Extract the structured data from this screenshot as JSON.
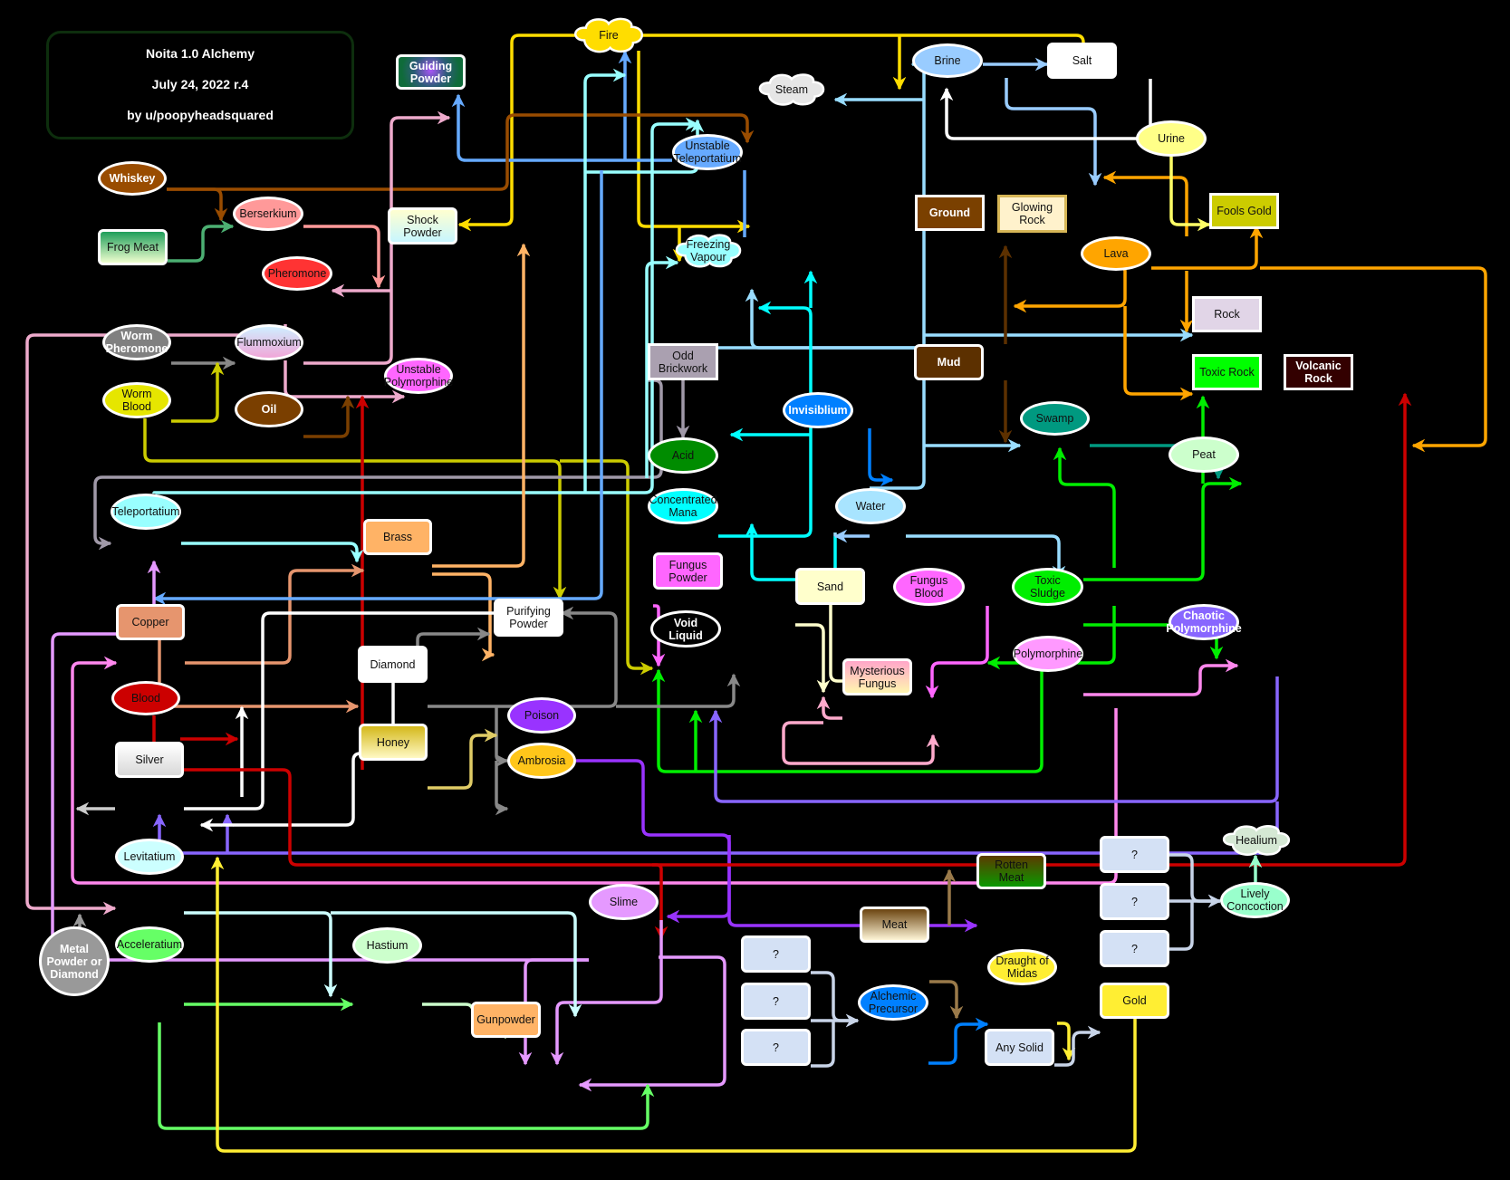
{
  "title": {
    "line1": "Noita 1.0 Alchemy",
    "line2": "July 24, 2022 r.4",
    "line3": "by u/poopyheadsquared"
  },
  "nodes": [
    {
      "id": "fire",
      "label": "Fire",
      "shape": "cloud",
      "fill": "#ffdd00",
      "text": "#111"
    },
    {
      "id": "guiding_powder",
      "label": "Guiding\nPowder",
      "shape": "rect",
      "fill": "#0f6b3a",
      "text": "#fff",
      "bold": true
    },
    {
      "id": "steam",
      "label": "Steam",
      "shape": "cloud",
      "fill": "#e6e6e6",
      "text": "#111"
    },
    {
      "id": "brine",
      "label": "Brine",
      "shape": "ellipse",
      "fill": "#99ccff",
      "text": "#111"
    },
    {
      "id": "salt",
      "label": "Salt",
      "shape": "rect",
      "fill": "#ffffff",
      "text": "#111"
    },
    {
      "id": "whiskey",
      "label": "Whiskey",
      "shape": "ellipse",
      "fill": "#994c00",
      "text": "#fff",
      "bold": true
    },
    {
      "id": "berserkium",
      "label": "Berserkium",
      "shape": "ellipse",
      "fill": "#ff9999",
      "text": "#111"
    },
    {
      "id": "frog_meat",
      "label": "Frog Meat",
      "shape": "rect",
      "fill": "#5cb87a",
      "text": "#111"
    },
    {
      "id": "shock_powder",
      "label": "Shock\nPowder",
      "shape": "rect",
      "fill": "#eefcff",
      "text": "#111"
    },
    {
      "id": "unstable_teleportatium",
      "label": "Unstable\nTeleportatium",
      "shape": "ellipse",
      "fill": "#66aaff",
      "text": "#111"
    },
    {
      "id": "freezing_vapour",
      "label": "Freezing\nVapour",
      "shape": "cloud",
      "fill": "#99ffff",
      "text": "#111"
    },
    {
      "id": "urine",
      "label": "Urine",
      "shape": "ellipse",
      "fill": "#ffff88",
      "text": "#111"
    },
    {
      "id": "glowing_rock",
      "label": "Glowing\nRock",
      "shape": "sq",
      "fill": "#fff2cc",
      "text": "#111",
      "border": "#d6b656"
    },
    {
      "id": "ground",
      "label": "Ground",
      "shape": "sq",
      "fill": "#7a4000",
      "text": "#fff",
      "bold": true
    },
    {
      "id": "fools_gold",
      "label": "Fools Gold",
      "shape": "sq",
      "fill": "#cccc00",
      "text": "#111"
    },
    {
      "id": "lava",
      "label": "Lava",
      "shape": "ellipse",
      "fill": "#ffa500",
      "text": "#111"
    },
    {
      "id": "pheromone",
      "label": "Pheromone",
      "shape": "ellipse",
      "fill": "#ff3333",
      "text": "#111"
    },
    {
      "id": "rock",
      "label": "Rock",
      "shape": "sq",
      "fill": "#e1d5e7",
      "text": "#111"
    },
    {
      "id": "worm_pheromone",
      "label": "Worm\nPheromone",
      "shape": "ellipse",
      "fill": "#808080",
      "text": "#fff",
      "bold": true
    },
    {
      "id": "flummoxium",
      "label": "Flummoxium",
      "shape": "ellipse",
      "fill": "#e8c8e8",
      "text": "#111"
    },
    {
      "id": "mud",
      "label": "Mud",
      "shape": "rect",
      "fill": "#5c3000",
      "text": "#fff",
      "bold": true
    },
    {
      "id": "odd_brickwork",
      "label": "Odd\nBrickwork",
      "shape": "sq",
      "fill": "#aaa0b0",
      "text": "#111"
    },
    {
      "id": "toxic_rock",
      "label": "Toxic Rock",
      "shape": "sq",
      "fill": "#00ff00",
      "text": "#111"
    },
    {
      "id": "volcanic_rock",
      "label": "Volcanic\nRock",
      "shape": "sq",
      "fill": "#330000",
      "text": "#fff",
      "bold": true
    },
    {
      "id": "unstable_polymorphine",
      "label": "Unstable\nPolymorphine",
      "shape": "ellipse",
      "fill": "#ff66ff",
      "text": "#111"
    },
    {
      "id": "worm_blood",
      "label": "Worm\nBlood",
      "shape": "ellipse",
      "fill": "#e6e600",
      "text": "#111"
    },
    {
      "id": "oil",
      "label": "Oil",
      "shape": "ellipse",
      "fill": "#7a3f00",
      "text": "#fff",
      "bold": true
    },
    {
      "id": "invisiblium",
      "label": "Invisiblium",
      "shape": "ellipse",
      "fill": "#0080ff",
      "text": "#fff",
      "bold": true
    },
    {
      "id": "swamp",
      "label": "Swamp",
      "shape": "ellipse",
      "fill": "#009980",
      "text": "#111"
    },
    {
      "id": "acid",
      "label": "Acid",
      "shape": "ellipse",
      "fill": "#008c00",
      "text": "#111"
    },
    {
      "id": "peat",
      "label": "Peat",
      "shape": "ellipse",
      "fill": "#ccffcc",
      "text": "#111"
    },
    {
      "id": "teleportatium",
      "label": "Teleportatium",
      "shape": "ellipse",
      "fill": "#99ffff",
      "text": "#111"
    },
    {
      "id": "concentrated_mana",
      "label": "Concentrated\nMana",
      "shape": "ellipse",
      "fill": "#00ffff",
      "text": "#111"
    },
    {
      "id": "water",
      "label": "Water",
      "shape": "ellipse",
      "fill": "#a8e4ff",
      "text": "#111"
    },
    {
      "id": "brass",
      "label": "Brass",
      "shape": "rect",
      "fill": "#ffb366",
      "text": "#111"
    },
    {
      "id": "fungus_powder",
      "label": "Fungus\nPowder",
      "shape": "rect",
      "fill": "#ff66ff",
      "text": "#111"
    },
    {
      "id": "toxic_sludge",
      "label": "Toxic\nSludge",
      "shape": "ellipse",
      "fill": "#00ee00",
      "text": "#111"
    },
    {
      "id": "sand",
      "label": "Sand",
      "shape": "rect",
      "fill": "#ffffcc",
      "text": "#111"
    },
    {
      "id": "fungus_blood",
      "label": "Fungus\nBlood",
      "shape": "ellipse",
      "fill": "#ff66ff",
      "text": "#111"
    },
    {
      "id": "chaotic_polymorphine",
      "label": "Chaotic\nPolymorphine",
      "shape": "ellipse",
      "fill": "#8866ff",
      "text": "#fff",
      "bold": true
    },
    {
      "id": "copper",
      "label": "Copper",
      "shape": "rect",
      "fill": "#e6956e",
      "text": "#111"
    },
    {
      "id": "purifying_powder",
      "label": "Purifying\nPowder",
      "shape": "rect",
      "fill": "#ffffff",
      "text": "#111"
    },
    {
      "id": "void_liquid",
      "label": "Void\nLiquid",
      "shape": "ellipse",
      "fill": "#000000",
      "text": "#fff",
      "bold": true
    },
    {
      "id": "polymorphine",
      "label": "Polymorphine",
      "shape": "ellipse",
      "fill": "#ff99ff",
      "text": "#111"
    },
    {
      "id": "mysterious_fungus",
      "label": "Mysterious\nFungus",
      "shape": "rect",
      "fill": "#ffb3b3",
      "text": "#111"
    },
    {
      "id": "diamond",
      "label": "Diamond",
      "shape": "rect",
      "fill": "#ffffff",
      "text": "#111"
    },
    {
      "id": "blood",
      "label": "Blood",
      "shape": "ellipse",
      "fill": "#cc0000",
      "text": "#111"
    },
    {
      "id": "poison",
      "label": "Poison",
      "shape": "ellipse",
      "fill": "#9933ff",
      "text": "#111"
    },
    {
      "id": "honey",
      "label": "Honey",
      "shape": "rect",
      "fill": "#d4b81a",
      "text": "#111"
    },
    {
      "id": "silver",
      "label": "Silver",
      "shape": "rect",
      "fill": "#eeeeee",
      "text": "#111"
    },
    {
      "id": "ambrosia",
      "label": "Ambrosia",
      "shape": "ellipse",
      "fill": "#ffc61a",
      "text": "#111"
    },
    {
      "id": "levitatium",
      "label": "Levitatium",
      "shape": "ellipse",
      "fill": "#ccffff",
      "text": "#111"
    },
    {
      "id": "rotten_meat",
      "label": "Rotten\nMeat",
      "shape": "rect",
      "fill": "#4a6b00",
      "text": "#111"
    },
    {
      "id": "healium",
      "label": "Healium",
      "shape": "cloud",
      "fill": "#d5e8d4",
      "text": "#111"
    },
    {
      "id": "slime",
      "label": "Slime",
      "shape": "ellipse",
      "fill": "#e599ff",
      "text": "#111"
    },
    {
      "id": "q1",
      "label": "?",
      "shape": "rect",
      "fill": "#d4e1f5",
      "text": "#111"
    },
    {
      "id": "q2",
      "label": "?",
      "shape": "rect",
      "fill": "#d4e1f5",
      "text": "#111"
    },
    {
      "id": "q3",
      "label": "?",
      "shape": "rect",
      "fill": "#d4e1f5",
      "text": "#111"
    },
    {
      "id": "lively_concoction",
      "label": "Lively\nConcoction",
      "shape": "ellipse",
      "fill": "#99ffcc",
      "text": "#111"
    },
    {
      "id": "meat",
      "label": "Meat",
      "shape": "rect",
      "fill": "#8a6a3a",
      "text": "#111"
    },
    {
      "id": "metal_powder",
      "label": "Metal\nPowder or\nDiamond",
      "shape": "ellipse",
      "fill": "#999999",
      "text": "#fff",
      "bold": true
    },
    {
      "id": "acceleratium",
      "label": "Acceleratium",
      "shape": "ellipse",
      "fill": "#66ff66",
      "text": "#111"
    },
    {
      "id": "hastium",
      "label": "Hastium",
      "shape": "ellipse",
      "fill": "#ccffcc",
      "text": "#111"
    },
    {
      "id": "q4",
      "label": "?",
      "shape": "rect",
      "fill": "#d4e1f5",
      "text": "#111"
    },
    {
      "id": "q5",
      "label": "?",
      "shape": "rect",
      "fill": "#d4e1f5",
      "text": "#111"
    },
    {
      "id": "q6",
      "label": "?",
      "shape": "rect",
      "fill": "#d4e1f5",
      "text": "#111"
    },
    {
      "id": "alchemic_precursor",
      "label": "Alchemic\nPrecursor",
      "shape": "ellipse",
      "fill": "#0080ff",
      "text": "#111"
    },
    {
      "id": "draught_of_midas",
      "label": "Draught of\nMidas",
      "shape": "ellipse",
      "fill": "#ffee33",
      "text": "#111"
    },
    {
      "id": "gunpowder",
      "label": "Gunpowder",
      "shape": "rect",
      "fill": "#ffb366",
      "text": "#111"
    },
    {
      "id": "gold",
      "label": "Gold",
      "shape": "rect",
      "fill": "#ffee33",
      "text": "#111"
    },
    {
      "id": "any_solid",
      "label": "Any Solid",
      "shape": "rect",
      "fill": "#d4e1f5",
      "text": "#111"
    }
  ],
  "edge_colors": {
    "fire": "#ffdd00",
    "whiskey": "#994c00",
    "frog": "#4caf72",
    "berserk": "#ff9999",
    "flum": "#eeaacc",
    "worm": "#888888",
    "wormblood": "#cccc00",
    "oil": "#7a3f00",
    "blood": "#cc0000",
    "unstele": "#66aaff",
    "tele": "#99ffff",
    "brine": "#99ccff",
    "salt": "#ffffff",
    "lava": "#ffa500",
    "urine": "#ffff66",
    "mud": "#5c3000",
    "water": "#99ddff",
    "mana": "#00ffff",
    "odd": "#a099a8",
    "sludge": "#00ee00",
    "swamp": "#009980",
    "invis": "#0080ff",
    "copper": "#e6956e",
    "brass": "#ffb366",
    "diamond": "#888888",
    "silver": "#cccccc",
    "white": "#ffffff",
    "honey": "#e0cc66",
    "poison": "#9933ff",
    "chaotic": "#8866ff",
    "poly": "#ff88ee",
    "fpow": "#ff66ff",
    "fblood": "#ff66ff",
    "sand": "#ffffcc",
    "mfungus": "#ffaacc",
    "slime": "#e599ff",
    "lev": "#ccffff",
    "metal": "#999999",
    "accel": "#66ff66",
    "hast": "#ccffcc",
    "gold": "#ffee33",
    "meat": "#9a7a4a",
    "midas": "#ffee33",
    "precursor": "#0080ff",
    "q": "#c8d4e8",
    "lively": "#99ffcc",
    "rotten": "#9933ff"
  }
}
